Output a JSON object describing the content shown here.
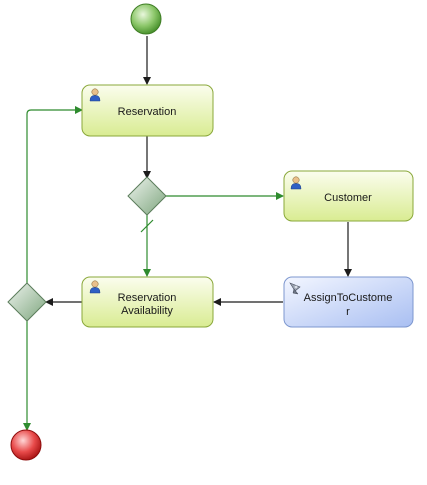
{
  "colors": {
    "flow_default": "#1c1c1c",
    "flow_conditional": "#2e8b2e",
    "task_user_fill_top": "#fbfdee",
    "task_user_fill_bottom": "#d9ec92",
    "task_user_stroke": "#8aa83a",
    "task_service_fill_top": "#f3f6ff",
    "task_service_fill_bottom": "#a9bff2",
    "task_service_stroke": "#7d97cf",
    "gateway_fill_top": "#eef3ee",
    "gateway_fill_bottom": "#7ea67e",
    "gateway_stroke": "#5b7d5b",
    "start_event": "#5aa83a",
    "end_event": "#d42020"
  },
  "nodes": {
    "start": {
      "kind": "start-event",
      "icon": "start-event-circle"
    },
    "reservation": {
      "kind": "user-task",
      "icon": "user-icon",
      "label_lines": [
        "Reservation"
      ]
    },
    "gateway_split": {
      "kind": "exclusive-gateway"
    },
    "customer": {
      "kind": "user-task",
      "icon": "user-icon",
      "label_lines": [
        "Customer"
      ]
    },
    "assign_to_customer": {
      "kind": "service-task",
      "icon": "gear-icon",
      "label_lines": [
        "AssignToCustome",
        "r"
      ]
    },
    "reservation_availability": {
      "kind": "user-task",
      "icon": "user-icon",
      "label_lines": [
        "Reservation",
        "Availability"
      ]
    },
    "gateway_merge": {
      "kind": "exclusive-gateway"
    },
    "end": {
      "kind": "end-event",
      "icon": "end-event-circle"
    }
  },
  "flows": [
    {
      "from": "start",
      "to": "reservation",
      "type": "default"
    },
    {
      "from": "reservation",
      "to": "gateway_split",
      "type": "default"
    },
    {
      "from": "gateway_split",
      "to": "customer",
      "type": "conditional"
    },
    {
      "from": "gateway_split",
      "to": "reservation_availability",
      "type": "default-path"
    },
    {
      "from": "customer",
      "to": "assign_to_customer",
      "type": "default"
    },
    {
      "from": "assign_to_customer",
      "to": "reservation_availability",
      "type": "default"
    },
    {
      "from": "reservation_availability",
      "to": "gateway_merge",
      "type": "default"
    },
    {
      "from": "gateway_merge",
      "to": "reservation",
      "type": "conditional"
    },
    {
      "from": "gateway_merge",
      "to": "end",
      "type": "conditional"
    }
  ]
}
